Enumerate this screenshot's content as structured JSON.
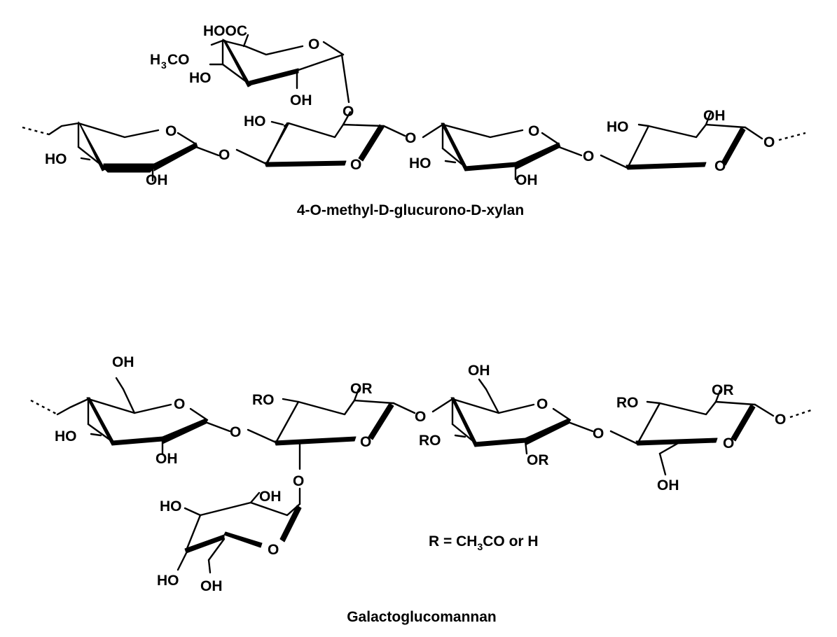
{
  "structures": [
    {
      "name": "4-O-methyl-D-glucurono-D-xylan",
      "labels": {
        "hooc": "HOOC",
        "h": "H",
        "three": "3",
        "co": "CO",
        "o": "O",
        "ho": "HO",
        "oh": "OH"
      }
    },
    {
      "name": "Galactoglucomannan",
      "labels": {
        "o": "O",
        "ho": "HO",
        "oh": "OH",
        "ro": "RO",
        "or": "OR"
      }
    }
  ],
  "legend": {
    "r_prefix": "R = CH",
    "r_sub": "3",
    "r_suffix": "CO or H"
  }
}
